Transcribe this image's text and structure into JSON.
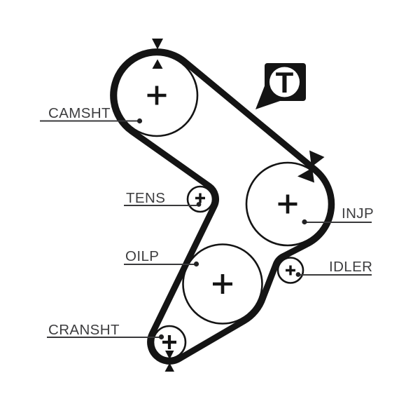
{
  "diagram": {
    "type": "timing-belt-routing-diagram",
    "background_color": "#ffffff",
    "ink_color": "#141414",
    "label_color": "#3d3d3f",
    "pulleys": [
      {
        "id": "camshaft",
        "label": "CAMSHT",
        "size": "large",
        "has_timing_marks": true
      },
      {
        "id": "tensioner",
        "label": "TENS",
        "size": "small",
        "has_timing_marks": false
      },
      {
        "id": "injection_pump",
        "label": "INJP",
        "size": "large",
        "has_timing_marks": true
      },
      {
        "id": "oil_pump",
        "label": "OILP",
        "size": "large",
        "has_timing_marks": false
      },
      {
        "id": "idler",
        "label": "IDLER",
        "size": "small",
        "has_timing_marks": false
      },
      {
        "id": "crankshaft",
        "label": "CRANSHT",
        "size": "small",
        "has_timing_marks": true
      }
    ],
    "timing_badge": {
      "letter": "T"
    }
  }
}
